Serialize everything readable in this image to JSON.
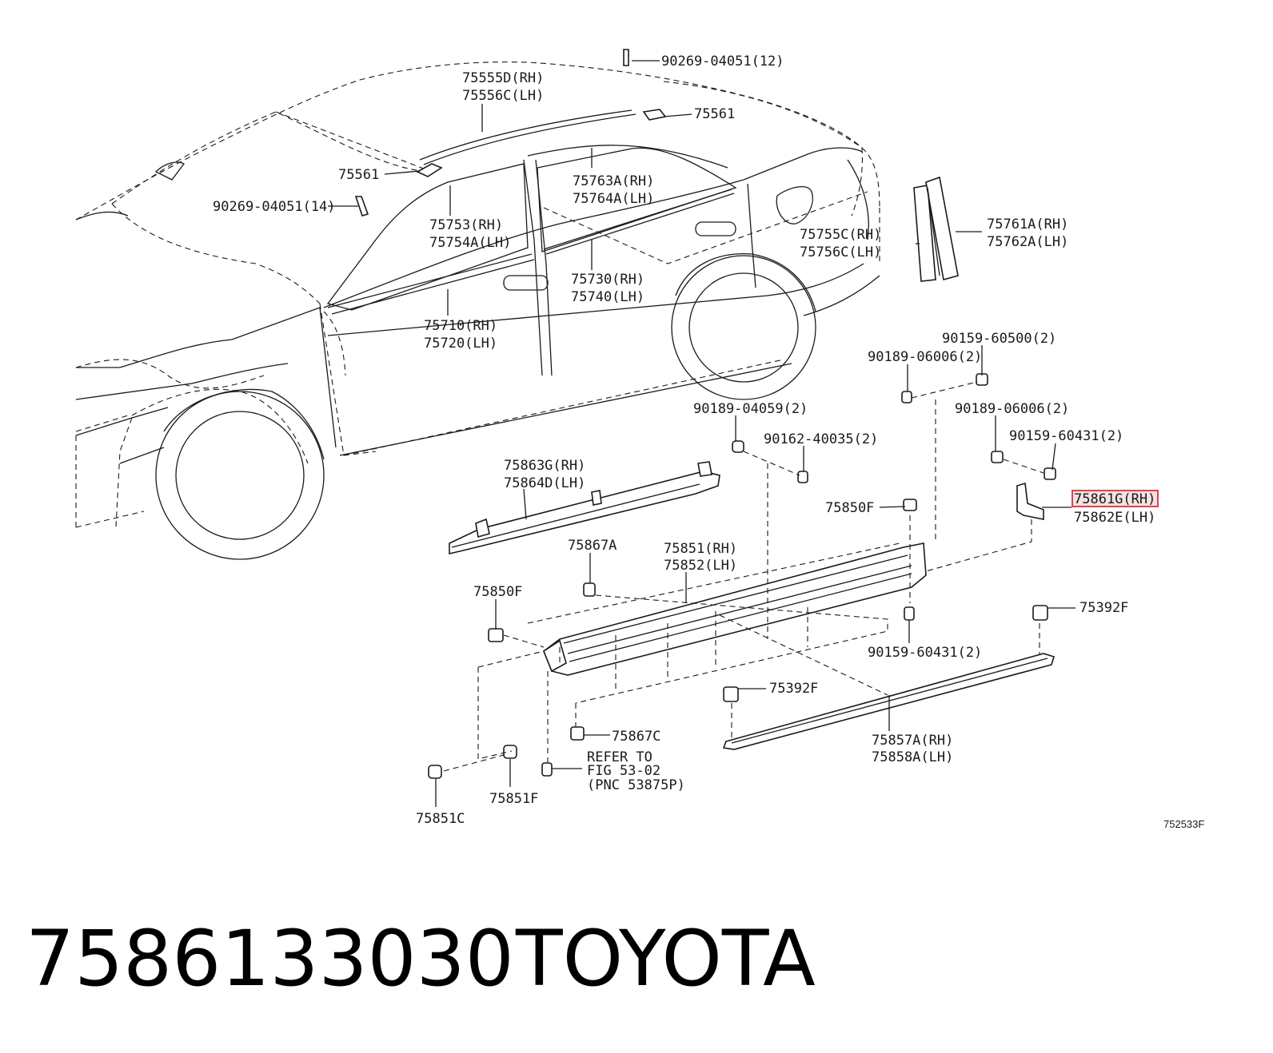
{
  "diagram": {
    "labels": {
      "l_90269_12": "90269-04051(12)",
      "l_75555d": "75555D(RH)",
      "l_75556c": "75556C(LH)",
      "l_75561_top": "75561",
      "l_75561_left": "75561",
      "l_75763a": "75763A(RH)",
      "l_75764a": "75764A(LH)",
      "l_90269_14": "90269-04051(14)",
      "l_75753": "75753(RH)",
      "l_75754a": "75754A(LH)",
      "l_75755c": "75755C(RH)",
      "l_75756c": "75756C(LH)",
      "l_75761a": "75761A(RH)",
      "l_75762a": "75762A(LH)",
      "l_75730": "75730(RH)",
      "l_75740": "75740(LH)",
      "l_75710": "75710(RH)",
      "l_75720": "75720(LH)",
      "l_90159_60500": "90159-60500(2)",
      "l_90189_06006_a": "90189-06006(2)",
      "l_90189_04059": "90189-04059(2)",
      "l_90189_06006_b": "90189-06006(2)",
      "l_90162_40035": "90162-40035(2)",
      "l_90159_60431_a": "90159-60431(2)",
      "l_75863g": "75863G(RH)",
      "l_75864d": "75864D(LH)",
      "l_75850f_right": "75850F",
      "l_75861g": "75861G(RH)",
      "l_75862e": "75862E(LH)",
      "l_75867a": "75867A",
      "l_75851": "75851(RH)",
      "l_75852": "75852(LH)",
      "l_75850f_left": "75850F",
      "l_75392f_right": "75392F",
      "l_90159_60431_b": "90159-60431(2)",
      "l_75392f_mid": "75392F",
      "l_75867c": "75867C",
      "l_refer_1": "REFER TO",
      "l_refer_2": "FIG 53-02",
      "l_refer_3": "(PNC 53875P)",
      "l_75857a": "75857A(RH)",
      "l_75858a": "75858A(LH)",
      "l_75851f": "75851F",
      "l_75851c": "75851C"
    },
    "figure_code": "752533F",
    "highlight_color": "#d8323a"
  },
  "footer": {
    "part_number": "7586133030",
    "brand": "TOYOTA"
  }
}
